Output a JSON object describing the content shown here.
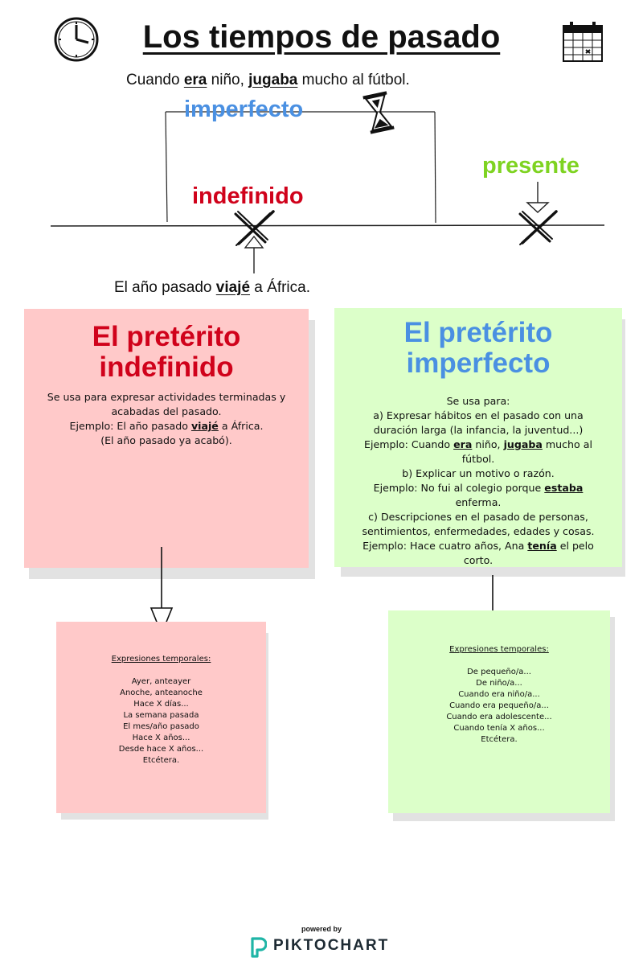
{
  "page": {
    "title": "Los tiempos de pasado"
  },
  "timeline": {
    "sentence_imperfecto": {
      "before": "Cuando ",
      "verb1": "era",
      "middle": " niño, ",
      "verb2": "jugaba",
      "after": " mucho al fútbol."
    },
    "label_imperfecto": "imperfecto",
    "label_indefinido": "indefinido",
    "label_presente": "presente",
    "sentence_indefinido": {
      "before": "El año pasado ",
      "verb": "viajé",
      "after": " a África."
    }
  },
  "cards": {
    "indefinido": {
      "title_line1": "El pretérito",
      "title_line2": "indefinido",
      "line1": "Se usa para expresar actividades terminadas y acabadas del pasado.",
      "ex_before": "Ejemplo: El año pasado ",
      "ex_verb": "viajé",
      "ex_after": " a África.",
      "line3": "(El año pasado ya acabó)."
    },
    "imperfecto": {
      "title_line1": "El pretérito",
      "title_line2": "imperfecto",
      "intro": "Se usa para:",
      "a": "a) Expresar hábitos en el pasado con una duración larga (la infancia, la juventud...)",
      "ex_a_before": "Ejemplo: Cuando ",
      "ex_a_verb1": "era",
      "ex_a_middle": " niño, ",
      "ex_a_verb2": "jugaba",
      "ex_a_after": " mucho al fútbol.",
      "b": "b) Explicar un motivo o razón.",
      "ex_b_before": "Ejemplo: No fui al colegio porque ",
      "ex_b_verb": "estaba",
      "ex_b_after": " enferma.",
      "c": "c) Descripciones en el pasado de personas, sentimientos, enfermedades, edades y cosas.",
      "ex_c_before": "Ejemplo: Hace cuatro años, Ana ",
      "ex_c_verb": "tenía",
      "ex_c_after": " el pelo corto."
    }
  },
  "expressions": {
    "indefinido": {
      "heading": "Expresiones temporales:",
      "items": [
        "Ayer, anteayer",
        "Anoche, anteanoche",
        "Hace X días...",
        "La semana pasada",
        "El mes/año pasado",
        "Hace X años...",
        "Desde hace X años...",
        "Etcétera."
      ]
    },
    "imperfecto": {
      "heading": "Expresiones temporales:",
      "items": [
        "De pequeño/a...",
        "De niño/a...",
        "Cuando era niño/a...",
        "Cuando era pequeño/a...",
        "Cuando era adolescente...",
        "Cuando tenía X años...",
        "Etcétera."
      ]
    }
  },
  "footer": {
    "powered_by": "powered by",
    "brand": "PIKTOCHART"
  },
  "colors": {
    "red": "#d0021b",
    "blue": "#4a90e2",
    "green": "#7ed321",
    "pink_paper": "#ffc9c9",
    "green_paper": "#dcffc9"
  }
}
